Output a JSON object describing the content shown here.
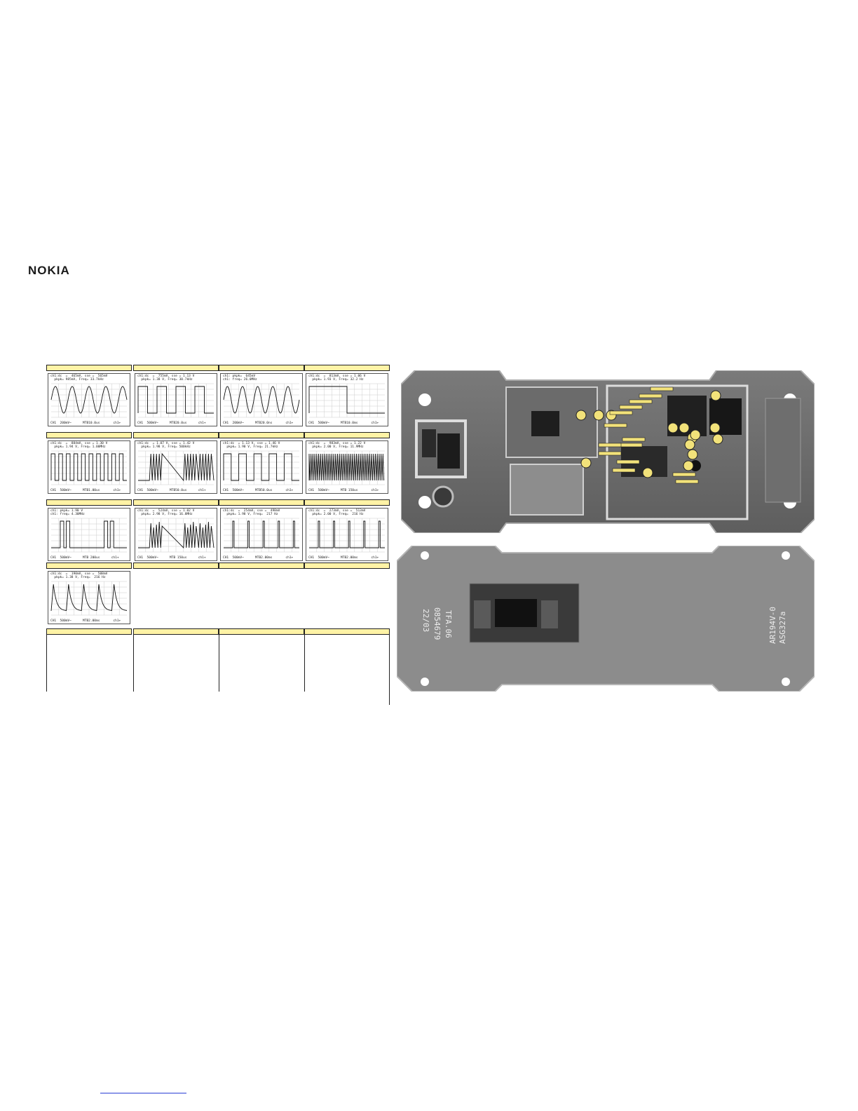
{
  "brand": {
    "logo": "NOKIA"
  },
  "scopes": [
    {
      "top": "ch1:dc  =  465mV, sse =  565mV\n  pkpk= 985mV, Freq= 33.7kHz",
      "bottom": "CH1  200mV~      MTB10.0us       ch1+",
      "wave": "sine",
      "periods": 4.5
    },
    {
      "top": "ch1:dc  =  755mV, sse = 1.13 V\n  pkpk= 1.38 V, Freq= 30.7kHz",
      "bottom": "CH1  500mV~      MTB20.0us      ch1+",
      "wave": "square",
      "periods": 4
    },
    {
      "top": "ch1: pkpk=  645mV\nch1: freq= 26.0MHz",
      "bottom": "CH1  200mV~      MTB20.0ns       ch1+",
      "wave": "sine",
      "periods": 5
    },
    {
      "top": "ch1:dc  =  813mV, sse = 1.06 V\n  pkpk= 1.93 V, Freq= 32.2 Hz",
      "bottom": "CH1  500mV~      MTB10.0ms       ch1+",
      "wave": "square",
      "periods": 1
    },
    {
      "top": "ch1:dc  =  884mV, sse = 1.30 V\n  pkpk= 1.94 V, Freq= 1.00MHz",
      "bottom": "CH1  500mV~      MTB1.00us       ch1+",
      "wave": "square",
      "periods": 10
    },
    {
      "top": "ch1:dc  = 1.07 V, sse = 1.42 V\n  pkpk= 1.98 V, Freq= 500kHz",
      "bottom": "CH1  500mV~      MTB50.0us      ch1+",
      "wave": "burst",
      "periods": 3
    },
    {
      "top": "ch1:dc  = 1.13 V, sse = 1.46 V\n  pkpk= 1.90 V, Freq= 21.7kHz",
      "bottom": "CH1  500mV~      MTB50.0us       ch1+",
      "wave": "square",
      "periods": 5
    },
    {
      "top": "ch1:dc  =  983mV, sse = 1.22 V\n  pkpk= 2.00 V, Freq= 11.9MHz",
      "bottom": "CH1  500mV~      MTB 150us       ch1+",
      "wave": "dense",
      "periods": 40
    },
    {
      "top": "ch1: pkpk= 1.90 V\nch1: freq= 4.30MHz",
      "bottom": "CH1  500mV~      MTB 200us      ch1+",
      "wave": "pulses",
      "periods": 2
    },
    {
      "top": "ch1:dc  =  524mV, sse = 1.02 V\n  pkpk= 2.98 V, Freq= 16.8MHz",
      "bottom": "CH1  500mV~      MTB 150us      ch1+",
      "wave": "noise",
      "periods": 3
    },
    {
      "top": "ch1:dc  =  254mV, sse =  498mV\n  pkpk= 1.98 V, Freq=  217 Hz",
      "bottom": "CH1  500mV~      MTB2.00ms       ch1+",
      "wave": "spikes",
      "periods": 5
    },
    {
      "top": "ch1:dc  =  273mV, sse =  513mV\n  pkpk= 2.00 V, Freq=  216 Hz",
      "bottom": "CH1  500mV~      MTB2.00ms       ch1+",
      "wave": "spikes",
      "periods": 5
    },
    {
      "top": "ch1:dc  =  190mV, sse =  508mV\n  pkpk= 1.38 V, Freq=  216 Hz",
      "bottom": "CH1  500mV~      MTB2.00ms       ch1+",
      "wave": "decay",
      "periods": 5
    }
  ],
  "board_top": {
    "marker_count": 15,
    "tag_count": 14,
    "marker_color": "#f2e27a"
  },
  "board_bottom": {
    "silk_1": "22/03",
    "silk_2": "0854679",
    "silk_3": "TFA.06",
    "silk_4": "AR194V-0",
    "silk_5": "ASG327a"
  }
}
